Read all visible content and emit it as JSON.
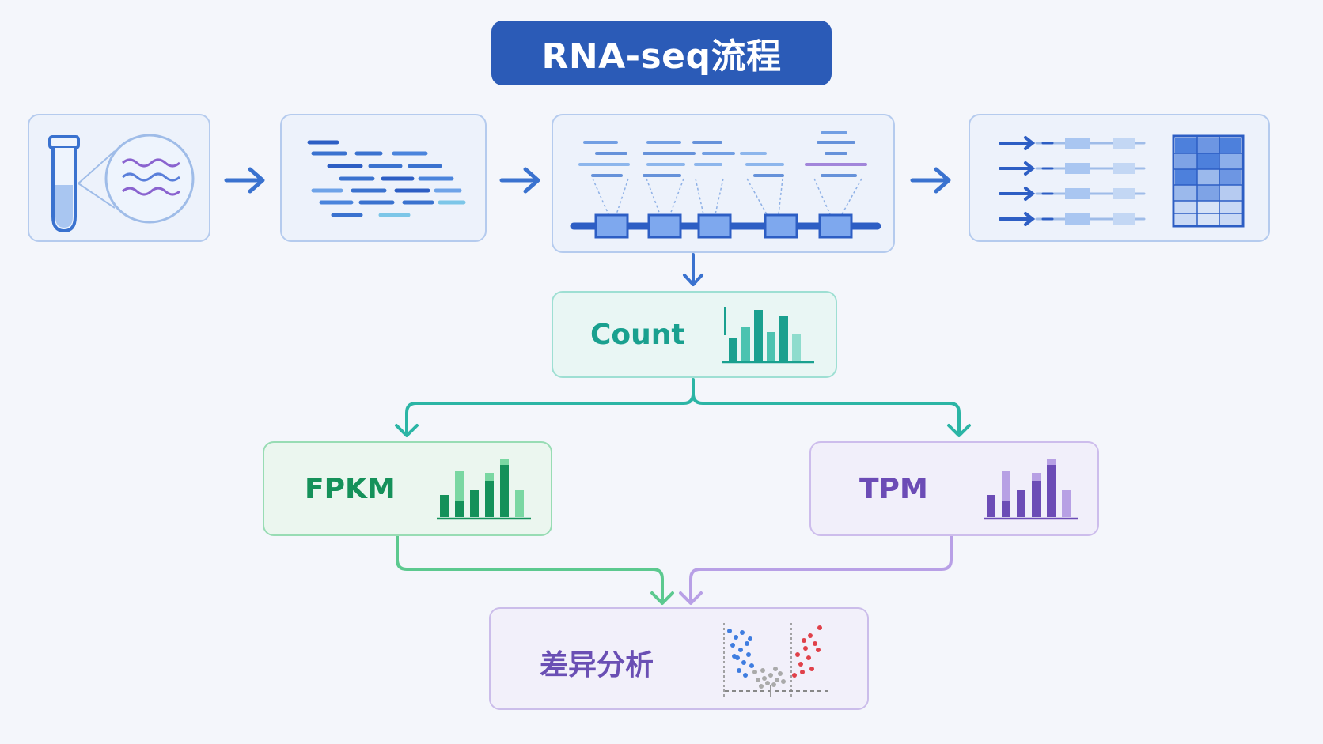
{
  "title": "RNA-seq流程",
  "nodes": {
    "count": "Count",
    "fpkm": "FPKM",
    "tpm": "TPM",
    "diff": "差异分析"
  },
  "icons": {
    "sample": "test-tube-rna-icon",
    "reads": "sequencing-reads-icon",
    "alignment": "read-alignment-icon",
    "matrix": "expression-matrix-icon",
    "count": "bar-chart-icon",
    "fpkm": "bar-chart-icon",
    "tpm": "bar-chart-icon",
    "diff": "volcano-plot-icon"
  },
  "colors": {
    "title_bg": "#2b5bb7",
    "blue": "#3a72cf",
    "teal": "#1aa08f",
    "green": "#15915a",
    "purple": "#6c4cb6",
    "red": "#e0414a"
  }
}
